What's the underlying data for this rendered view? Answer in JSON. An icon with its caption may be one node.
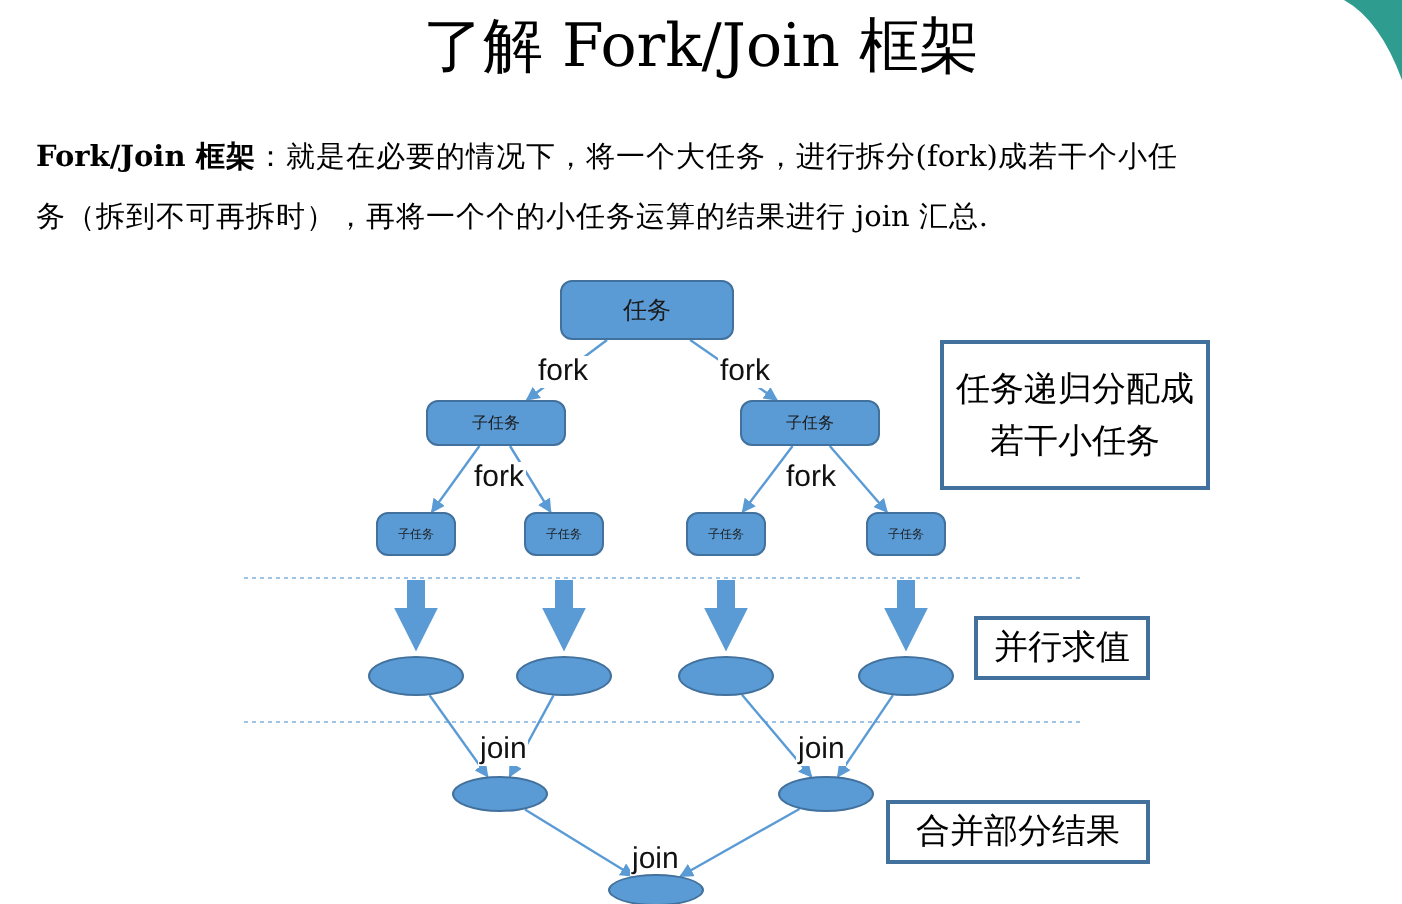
{
  "diagram": {
    "title": "了解 Fork/Join 框架",
    "nodes": [
      {
        "text": [
          "任务"
        ]
      },
      {
        "text": [
          "子任务"
        ]
      },
      {
        "text": [
          "子任务"
        ]
      },
      {
        "text": [
          "子任务"
        ]
      },
      {
        "text": [
          "子任务"
        ]
      },
      {
        "text": [
          "子任务"
        ]
      },
      {
        "text": [
          "子任务"
        ]
      },
      {
        "text": [],
        "shape": "ellipse"
      },
      {
        "text": [],
        "shape": "ellipse"
      },
      {
        "text": [],
        "shape": "ellipse"
      },
      {
        "text": [],
        "shape": "ellipse"
      },
      {
        "text": [],
        "shape": "ellipse"
      },
      {
        "text": [],
        "shape": "ellipse"
      },
      {
        "text": [],
        "shape": "ellipse"
      },
      {
        "text": [
          "任务递归分配成若干小任务"
        ]
      },
      {
        "text": [
          "并行求值"
        ]
      },
      {
        "text": [
          "合并部分结果"
        ]
      }
    ],
    "edges": [
      {
        "from": 0,
        "to": 1,
        "arrow": "to",
        "label": "fork"
      },
      {
        "from": 0,
        "to": 2,
        "arrow": "to",
        "label": "fork"
      },
      {
        "from": 1,
        "to": 3,
        "arrow": "to",
        "label": "fork"
      },
      {
        "from": 1,
        "to": 4,
        "arrow": "to"
      },
      {
        "from": 2,
        "to": 5,
        "arrow": "to",
        "label": "fork"
      },
      {
        "from": 2,
        "to": 6,
        "arrow": "to"
      },
      {
        "from": 3,
        "to": 7,
        "arrow": "to",
        "style": "thick"
      },
      {
        "from": 4,
        "to": 8,
        "arrow": "to",
        "style": "thick"
      },
      {
        "from": 5,
        "to": 9,
        "arrow": "to",
        "style": "thick"
      },
      {
        "from": 6,
        "to": 10,
        "arrow": "to",
        "style": "thick"
      },
      {
        "from": 7,
        "to": 11,
        "arrow": "to"
      },
      {
        "from": 8,
        "to": 11,
        "arrow": "to",
        "label": "join"
      },
      {
        "from": 9,
        "to": 12,
        "arrow": "to"
      },
      {
        "from": 10,
        "to": 12,
        "arrow": "to",
        "label": "join"
      },
      {
        "from": 11,
        "to": 13,
        "arrow": "to"
      },
      {
        "from": 12,
        "to": 13,
        "arrow": "to",
        "label": "join"
      }
    ],
    "labels": [
      "**Fork/Join 框架**：就是在必要的情况下，将一个大任务，进行拆分(fork)成若干个小任务（拆到不可再拆时），再将一个个的小任务运算的结果进行 join 汇总."
    ]
  }
}
